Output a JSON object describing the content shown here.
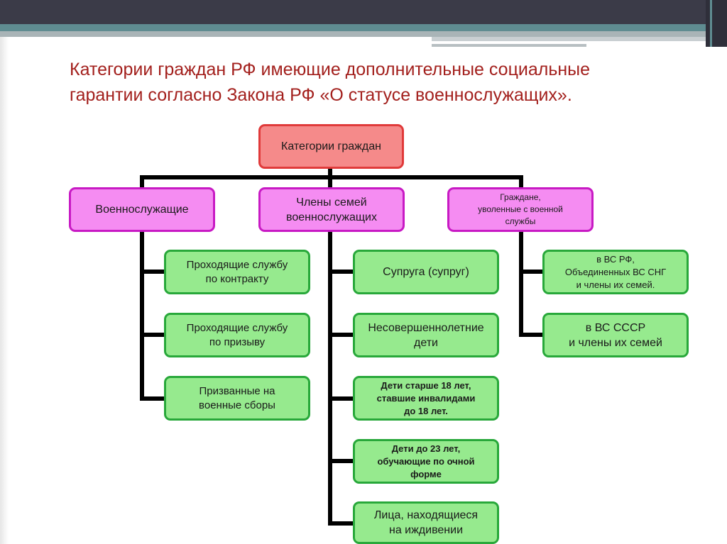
{
  "title": {
    "line1": "Категории граждан РФ имеющие дополнительные социальные",
    "line2": "гарантии согласно Закона РФ «О статусе военнослужащих»."
  },
  "root": {
    "label": "Категории граждан"
  },
  "categories": [
    {
      "label_lines": [
        "Военнослужащие"
      ],
      "children": [
        {
          "lines": [
            "Проходящие службу",
            "по контракту"
          ]
        },
        {
          "lines": [
            "Проходящие службу",
            "по призыву"
          ]
        },
        {
          "lines": [
            "Призванные на",
            "военные сборы"
          ]
        }
      ]
    },
    {
      "label_lines": [
        "Члены семей",
        "военнослужащих"
      ],
      "children": [
        {
          "lines": [
            "Супруга (супруг)"
          ]
        },
        {
          "lines": [
            "Несовершеннолетние",
            "дети"
          ]
        },
        {
          "lines": [
            "Дети старше 18 лет,",
            "ставшие инвалидами",
            "до 18 лет."
          ]
        },
        {
          "lines": [
            "Дети до 23 лет,",
            "обучающие по очной",
            "форме"
          ]
        },
        {
          "lines": [
            "Лица, находящиеся",
            "на иждивении"
          ]
        }
      ]
    },
    {
      "label_lines": [
        "Граждане,",
        "уволенные с военной",
        "службы"
      ],
      "children": [
        {
          "lines": [
            "в ВС РФ,",
            "Объединенных ВС СНГ",
            "и члены их семей."
          ]
        },
        {
          "lines": [
            "в ВС СССР",
            "и члены их семей"
          ]
        }
      ]
    }
  ],
  "colors": {
    "title": "#a3201d",
    "root_fill": "#f58a8a",
    "root_border": "#e03a3a",
    "category_fill": "#f58cf2",
    "category_border": "#c81ac4",
    "leaf_fill": "#96ea8e",
    "leaf_border": "#28a83a",
    "connector": "#000000"
  }
}
